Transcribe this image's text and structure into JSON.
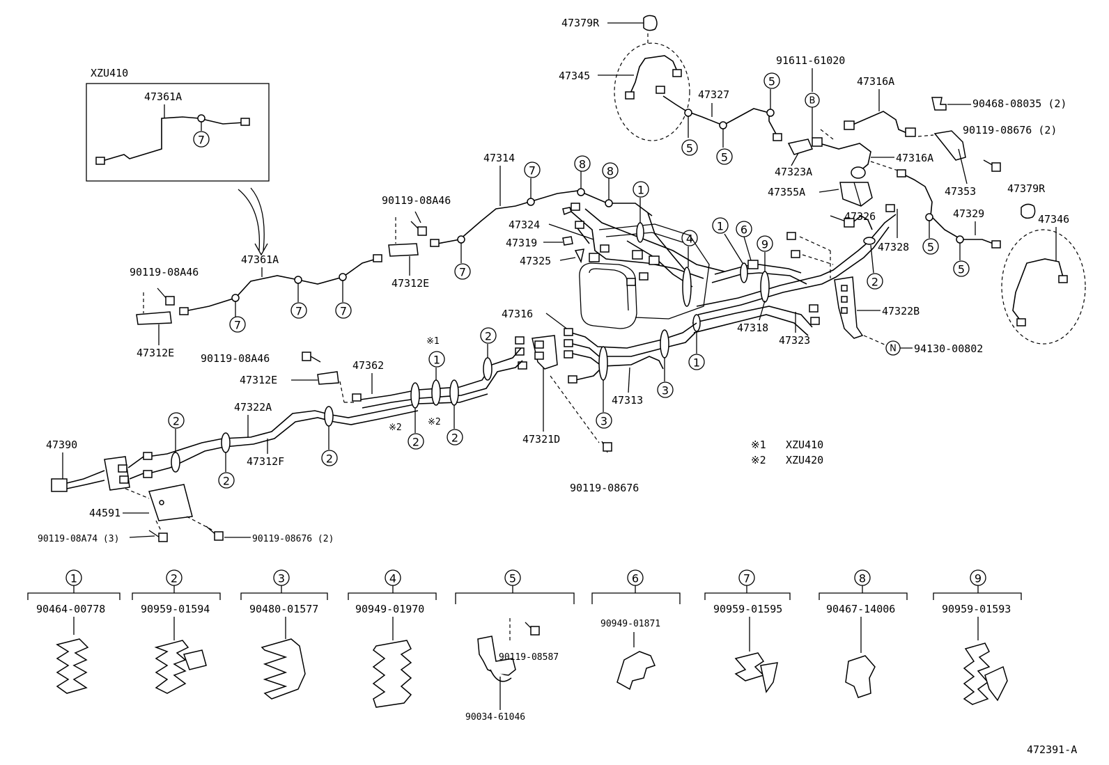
{
  "diagram": {
    "inset_title": "XZU410",
    "drawing_number": "472391-A",
    "footnotes": [
      {
        "mark": "※1",
        "text": "XZU410"
      },
      {
        "mark": "※2",
        "text": "XZU420"
      }
    ],
    "part_labels": {
      "p47361A_inset": "47361A",
      "p47361A": "47361A",
      "p47379R_top": "47379R",
      "p47345": "47345",
      "p47327": "47327",
      "p91611": "91611-61020",
      "p47316A_top": "47316A",
      "p90468": "90468-08035 (2)",
      "p90119_08676_2_right": "90119-08676 (2)",
      "p47316A_mid": "47316A",
      "p47323A": "47323A",
      "p47355A": "47355A",
      "p47353": "47353",
      "p47379R_right": "47379R",
      "p47346": "47346",
      "p47314": "47314",
      "p90119_08A46_a": "90119-08A46",
      "p47324": "47324",
      "p47319": "47319",
      "p47325": "47325",
      "p47312E_a": "47312E",
      "p47326": "47326",
      "p47328": "47328",
      "p47329": "47329",
      "p90119_08A46_b": "90119-08A46",
      "p47312E_b": "47312E",
      "p47316": "47316",
      "p47318": "47318",
      "p47323": "47323",
      "p47322B": "47322B",
      "p94130": "94130-00802",
      "p90119_08A46_c": "90119-08A46",
      "p47362": "47362",
      "p47312E_c": "47312E",
      "p47322A": "47322A",
      "p47313": "47313",
      "p47321D": "47321D",
      "p47390": "47390",
      "p47312F": "47312F",
      "p90119_08676_mid": "90119-08676",
      "p44591": "44591",
      "p90119_08A74": "90119-08A74 (3)",
      "p90119_08676_2_bottom": "90119-08676 (2)"
    },
    "callout_circles": [
      "1",
      "2",
      "3",
      "4",
      "5",
      "6",
      "7",
      "8",
      "9",
      "B",
      "N"
    ],
    "legend": [
      {
        "num": "1",
        "part": "90464-00778"
      },
      {
        "num": "2",
        "part": "90959-01594"
      },
      {
        "num": "3",
        "part": "90480-01577"
      },
      {
        "num": "4",
        "part": "90949-01970"
      },
      {
        "num": "5",
        "part": "",
        "sub_parts": [
          "90119-08587",
          "90034-61046"
        ]
      },
      {
        "num": "6",
        "part": "90949-01871"
      },
      {
        "num": "7",
        "part": "90959-01595"
      },
      {
        "num": "8",
        "part": "90467-14006"
      },
      {
        "num": "9",
        "part": "90959-01593"
      }
    ]
  }
}
